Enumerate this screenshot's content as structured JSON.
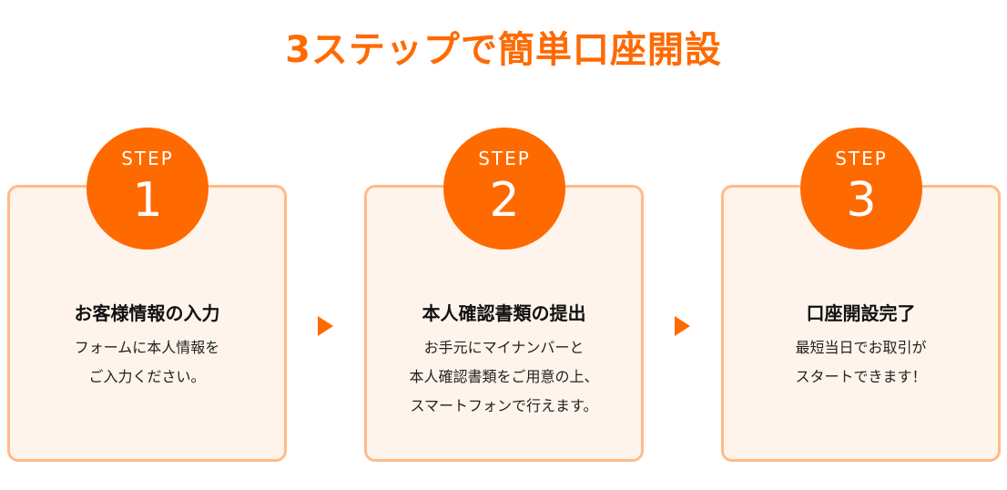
{
  "title": "3ステップで簡単口座開設",
  "accent": "#ff6a00",
  "steps": [
    {
      "label": "STEP",
      "number": "1",
      "heading": "お客様情報の入力",
      "lines": [
        "フォームに本人情報を",
        "ご入力ください。"
      ]
    },
    {
      "label": "STEP",
      "number": "2",
      "heading": "本人確認書類の提出",
      "lines": [
        "お手元にマイナンバーと",
        "本人確認書類をご用意の上、",
        "スマートフォンで行えます。"
      ]
    },
    {
      "label": "STEP",
      "number": "3",
      "heading": "口座開設完了",
      "lines": [
        "最短当日でお取引が",
        "スタートできます！"
      ]
    }
  ]
}
